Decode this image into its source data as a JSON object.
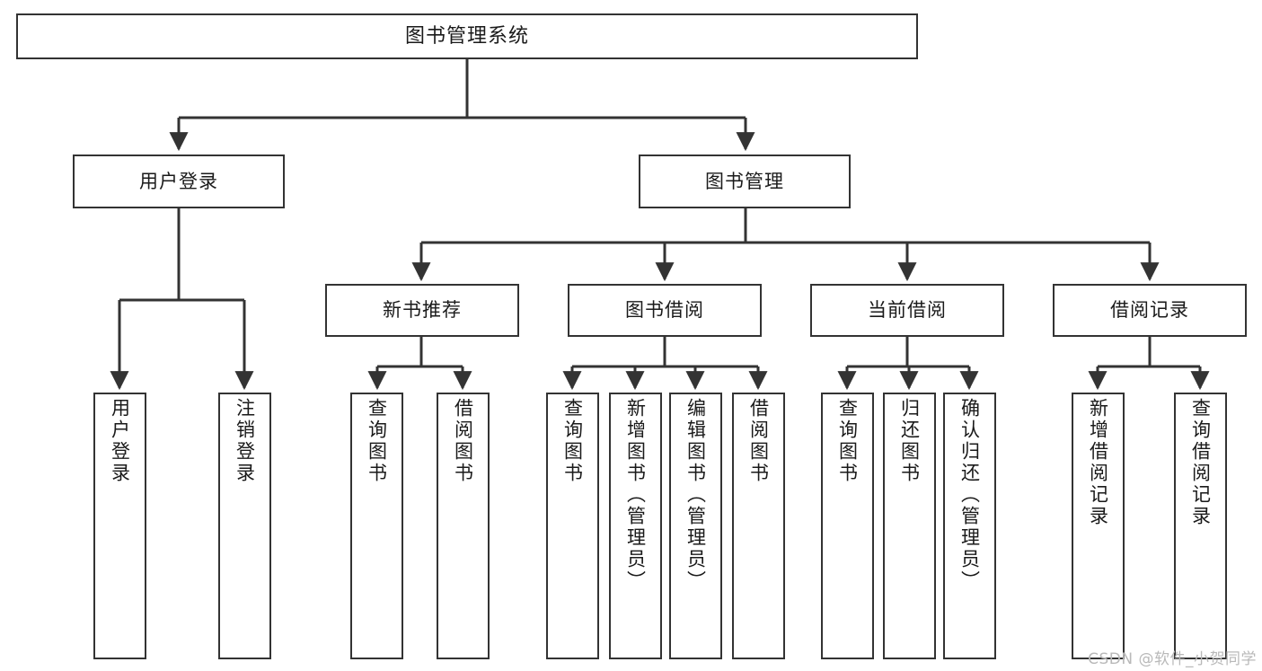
{
  "diagram": {
    "title": "图书管理系统",
    "type": "tree",
    "watermark": "CSDN @软件_小贺同学",
    "colors": {
      "box_border": "#333333",
      "box_fill": "#ffffff",
      "edge": "#333333",
      "text": "#1a1a1a",
      "watermark": "#b9b9b9",
      "background": "#ffffff"
    },
    "nodes": {
      "root": {
        "label": "图书管理系统"
      },
      "level2": [
        {
          "id": "user-login",
          "label": "用户登录"
        },
        {
          "id": "book-management",
          "label": "图书管理"
        }
      ],
      "level3": [
        {
          "id": "new-book-recommend",
          "label": "新书推荐"
        },
        {
          "id": "book-borrow",
          "label": "图书借阅"
        },
        {
          "id": "current-borrow",
          "label": "当前借阅"
        },
        {
          "id": "borrow-record",
          "label": "借阅记录"
        }
      ],
      "leaves": [
        {
          "id": "leaf-user-login",
          "label": "用户登录",
          "parent": "user-login"
        },
        {
          "id": "leaf-logout",
          "label": "注销登录",
          "parent": "user-login"
        },
        {
          "id": "leaf-query-book-1",
          "label": "查询图书",
          "parent": "new-book-recommend"
        },
        {
          "id": "leaf-borrow-book-1",
          "label": "借阅图书",
          "parent": "new-book-recommend"
        },
        {
          "id": "leaf-query-book-2",
          "label": "查询图书",
          "parent": "book-borrow"
        },
        {
          "id": "leaf-add-book",
          "label": "新增图书（管理员）",
          "parent": "book-borrow"
        },
        {
          "id": "leaf-edit-book",
          "label": "编辑图书（管理员）",
          "parent": "book-borrow"
        },
        {
          "id": "leaf-borrow-book-2",
          "label": "借阅图书",
          "parent": "book-borrow"
        },
        {
          "id": "leaf-query-book-3",
          "label": "查询图书",
          "parent": "current-borrow"
        },
        {
          "id": "leaf-return-book",
          "label": "归还图书",
          "parent": "current-borrow"
        },
        {
          "id": "leaf-confirm-return",
          "label": "确认归还（管理员）",
          "parent": "current-borrow"
        },
        {
          "id": "leaf-add-record",
          "label": "新增借阅记录",
          "parent": "borrow-record"
        },
        {
          "id": "leaf-query-record",
          "label": "查询借阅记录",
          "parent": "borrow-record"
        }
      ]
    }
  }
}
